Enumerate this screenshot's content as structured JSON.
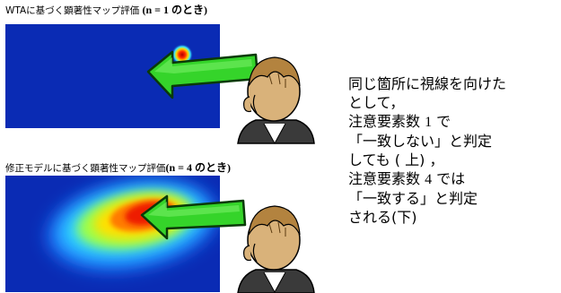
{
  "panels": {
    "top": {
      "title_prefix": "WTAに基づく顕著性マップ評価 ",
      "title_n": "(n = 1 ",
      "title_toki": "のとき",
      "title_close": ")"
    },
    "bottom": {
      "title_prefix": "修正モデルに基づく顕著性マップ評価",
      "title_n": "(n = 4 ",
      "title_toki": "のとき",
      "title_close": ")"
    }
  },
  "caption": {
    "line1": "同じ箇所に視線を向けた",
    "line2": "として，",
    "line3_text": "注意要素数 ",
    "line3_num": "1",
    "line3_end": " で",
    "line4": "「一致しない」と判定",
    "line5": "しても ( 上) ，",
    "line6_text": "注意要素数 ",
    "line6_num": "4",
    "line6_end": " では",
    "line7": "「一致する」と判定",
    "line8": "される(下)"
  },
  "colors": {
    "heatmap_background": "#0a2bb4",
    "arrow_fill": "#35d42a",
    "arrow_outline": "#0a3a08"
  },
  "icons": {
    "arrow": "left-arrow-icon",
    "person": "person-back-icon"
  }
}
